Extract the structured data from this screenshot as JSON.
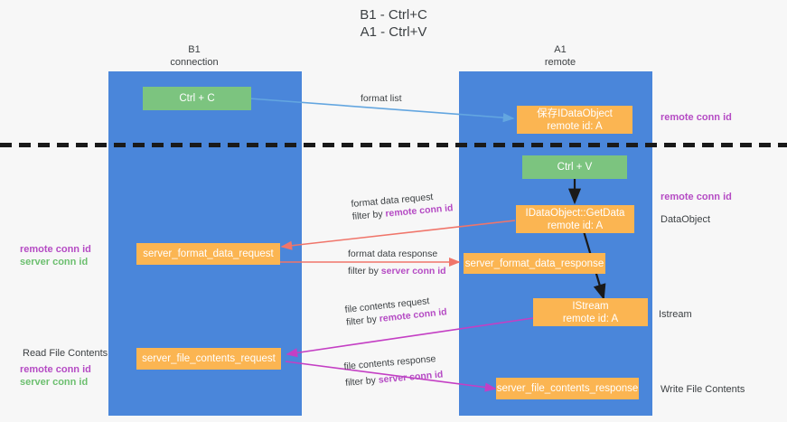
{
  "title": {
    "line1": "B1 - Ctrl+C",
    "line2": "A1 - Ctrl+V"
  },
  "columns": {
    "left": {
      "name": "B1",
      "role": "connection"
    },
    "right": {
      "name": "A1",
      "role": "remote"
    }
  },
  "colors": {
    "lane": "#4a86da",
    "box_orange": "#fbb552",
    "box_green": "#7cc47f",
    "remote_conn_id": "#b54bc4",
    "server_conn_id": "#6cbf6f",
    "arrow_format_list": "#63a6e0",
    "arrow_format_data": "#f0756a",
    "arrow_file_contents": "#c43fc4",
    "arrow_internal": "#1a1a1a",
    "background": "#f7f7f7"
  },
  "nodes": {
    "ctrl_c": "Ctrl + C",
    "ctrl_v": "Ctrl + V",
    "save_dataobject": {
      "line1": "保存IDataObject",
      "line2": "remote id: A"
    },
    "getdata": {
      "line1": "IDataObject::GetData",
      "line2": "remote id: A"
    },
    "istream": {
      "line1": "IStream",
      "line2": "remote id: A"
    },
    "server_format_data_request": "server_format_data_request",
    "server_format_data_response": "server_format_data_response",
    "server_file_contents_request": "server_file_contents_request",
    "server_file_contents_response": "server_file_contents_response"
  },
  "edge_labels": {
    "format_list": "format list",
    "format_data_request": "format data request",
    "format_data_request_filter_prefix": "filter by ",
    "format_data_request_filter_key": "remote conn id",
    "format_data_response": "format data response",
    "format_data_response_filter_prefix": "filter by ",
    "format_data_response_filter_key": "server conn id",
    "file_contents_request": "file contents request",
    "file_contents_request_filter_prefix": "filter by ",
    "file_contents_request_filter_key": "remote conn id",
    "file_contents_response": "file contents response",
    "file_contents_response_filter_prefix": "filter by ",
    "file_contents_response_filter_key": "server conn id"
  },
  "annotations": {
    "right_remote_conn_id_top": "remote conn id",
    "right_remote_conn_id_mid": "remote conn id",
    "right_dataobject": "DataObject",
    "right_istream": "Istream",
    "right_write_file_contents": "Write File Contents",
    "left_remote_conn_id": "remote conn id",
    "left_server_conn_id": "server conn id",
    "left_read_file_contents": "Read File Contents",
    "left_bottom_remote_conn_id": "remote conn id",
    "left_bottom_server_conn_id": "server conn id"
  }
}
